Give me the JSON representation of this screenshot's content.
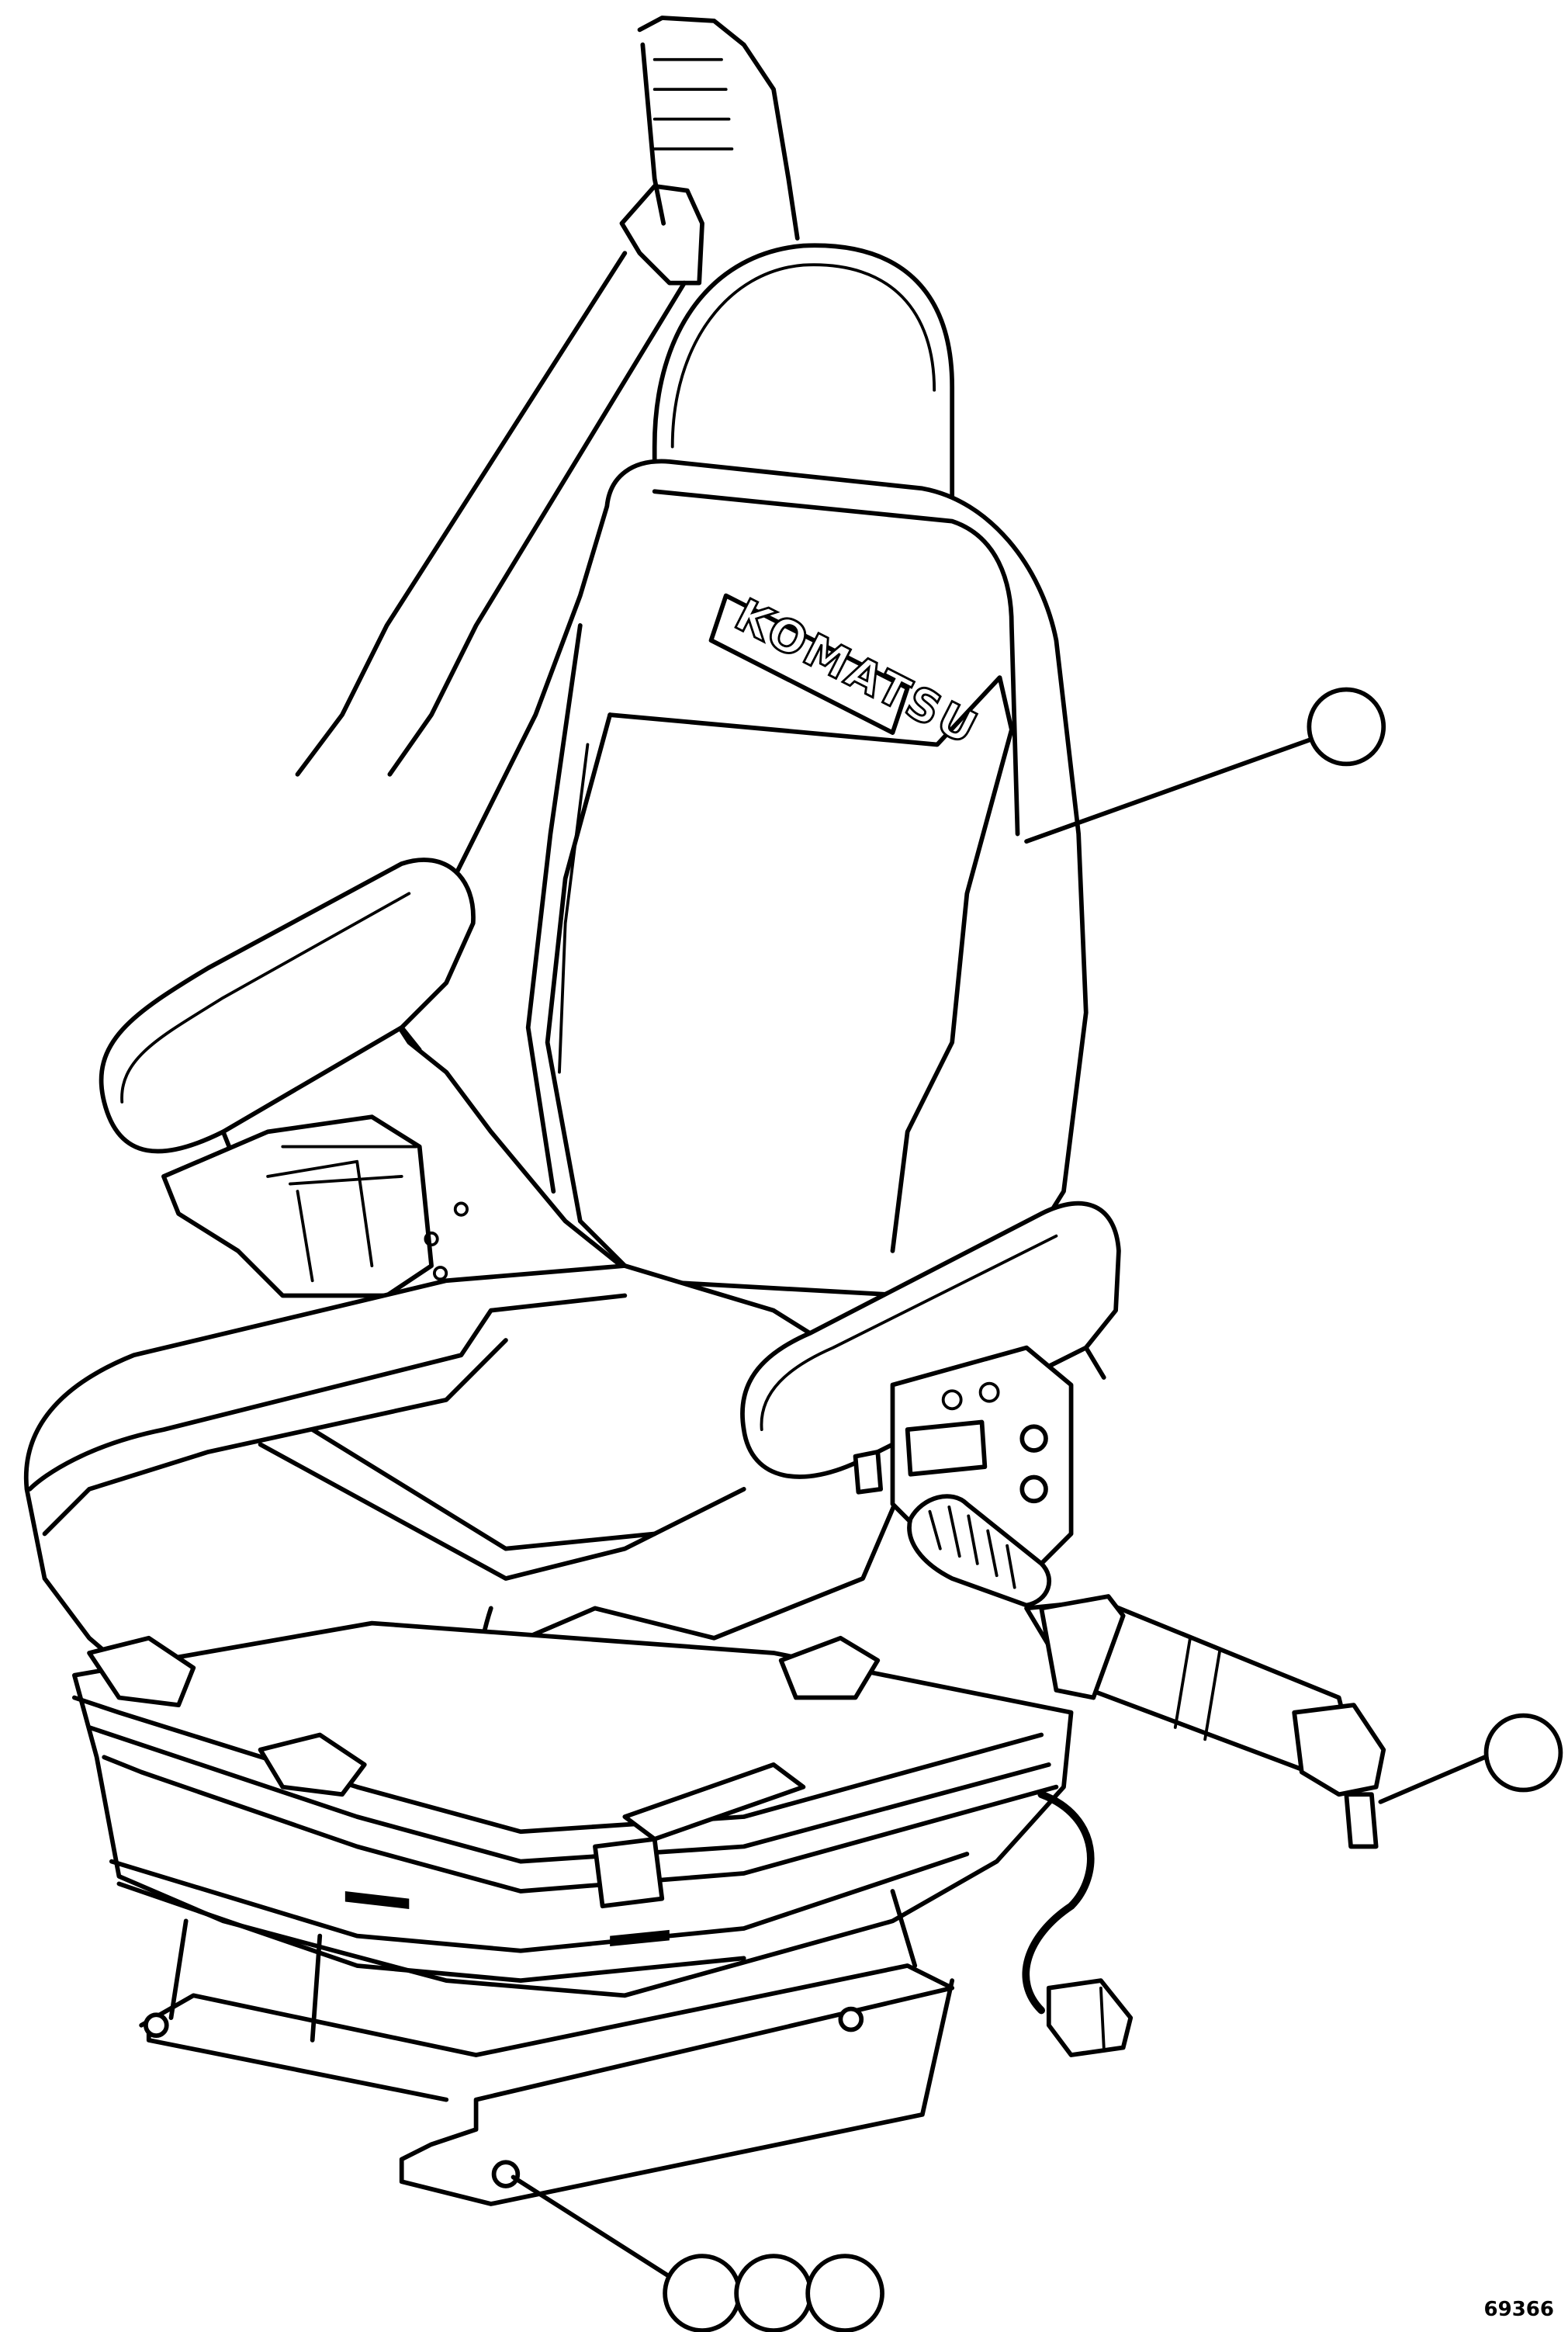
{
  "diagram": {
    "brand_label": "KOMATSU",
    "figure_number": "69366",
    "callouts": [
      {
        "id": "seat-assembly",
        "label": ""
      },
      {
        "id": "belt-buckle",
        "label": ""
      },
      {
        "id": "mount-1",
        "label": ""
      },
      {
        "id": "mount-2",
        "label": ""
      },
      {
        "id": "mount-3",
        "label": ""
      }
    ]
  }
}
